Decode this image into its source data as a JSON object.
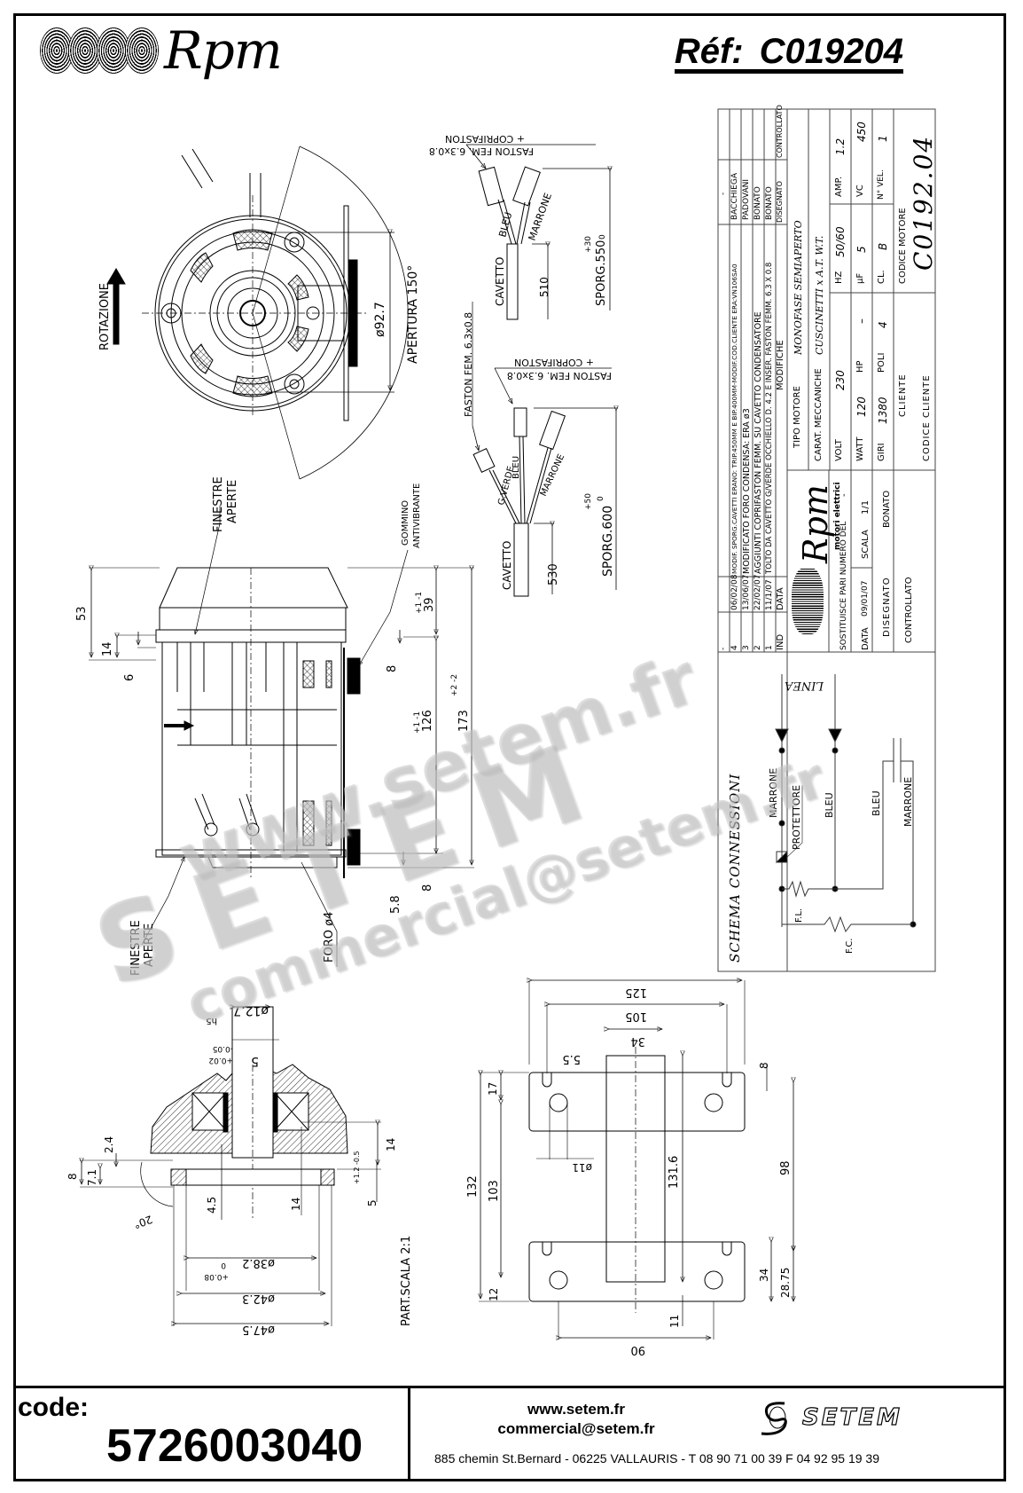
{
  "header": {
    "brand": "Rpm",
    "ref_label": "Réf:",
    "ref_value": "C019204"
  },
  "front_view": {
    "rotation_label": "ROTAZIONE",
    "diameter": "ø92.7",
    "opening": "APERTURA 150°"
  },
  "cable_top": {
    "faston_label": "FASTON FEM. 6.3x0.8",
    "cover_label": "+ COPRIFASTON",
    "wires": [
      "BLEU",
      "MARRONE"
    ],
    "cable": "CAVETTO",
    "length_inner": "510",
    "length_outer": "SPORG.550",
    "tol_plus": "+30",
    "tol_minus": "0"
  },
  "cable_bottom": {
    "faston_side": "FASTON FEM. 6.3x0.8",
    "faston_label": "FASTON FEM. 6.3x0.8",
    "cover_label": "+ COPRIFASTON",
    "wires": [
      "G.VERDE",
      "BLEU",
      "MARRONE"
    ],
    "cable": "CAVETTO",
    "length_inner": "530",
    "length_outer": "SPORG.600",
    "tol_plus": "+50",
    "tol_minus": "0"
  },
  "side_view": {
    "windows_top": [
      "FINESTRE",
      "APERTE"
    ],
    "rubber": [
      "GOMMINO",
      "ANTIVIBRANTE"
    ],
    "windows_bottom": [
      "FINESTRE",
      "APERTE"
    ],
    "hole": "FORO ø4",
    "dims": {
      "d53": "53",
      "d14": "14",
      "d6": "6",
      "d8_top": "8",
      "d39": "39",
      "d39_tol": "+1 -1",
      "d126": "126",
      "d126_tol": "+1 -1",
      "d173": "173",
      "d173_tol": "+2 -2",
      "d8_bottom": "8",
      "d5_8": "5.8"
    }
  },
  "detail_view": {
    "scale": "PART.SCALA 2:1",
    "shaft_d": "ø12.7",
    "shaft_fit": "h5",
    "flat": "5",
    "flat_tol_plus": "+0.02",
    "flat_tol_minus": "-0.05",
    "d2_4": "2.4",
    "d8": "8",
    "d7_1": "7.1",
    "angle": "20°",
    "d4_5": "4.5",
    "d14a": "14",
    "d14b": "14",
    "d5": "5",
    "d5_tol": "+1.2 -0.5",
    "d38_2": "ø38.2",
    "d38_tol_plus": "+0.08",
    "d38_tol_minus": "0",
    "d42_3": "ø42.3",
    "d47_5": "ø47.5"
  },
  "bracket_view": {
    "d125": "125",
    "d105": "105",
    "d34_top": "34",
    "d5_5": "5.5",
    "d8": "8",
    "d17": "17",
    "d132": "132",
    "d103": "103",
    "d11_hole": "ø11",
    "d131_6": "131.6",
    "d98": "98",
    "d34_side": "34",
    "d28_75": "28.75",
    "d12": "12",
    "d11": "11",
    "d90": "90"
  },
  "title_block": {
    "revisions": [
      {
        "ind": "-",
        "date": "",
        "text": "",
        "drawn": "-",
        "checked": ""
      },
      {
        "ind": "4",
        "date": "06/02/08",
        "text": "MODIF. SPORG.CAVETTI ERANO: TRIP.450MM E BIP.400MM-MODIF.COD.CLIENTE ERA:VN106SA0",
        "drawn": "BACCHIEGA",
        "checked": ""
      },
      {
        "ind": "3",
        "date": "13/06/07",
        "text": "MODIFICATO FORO CONDENSA: ERA ø3",
        "drawn": "PADOVANI",
        "checked": ""
      },
      {
        "ind": "2",
        "date": "22/02/07",
        "text": "AGGIUNTI COPRIFASTON FEMM. SU CAVETTO CONDENSATORE",
        "drawn": "BONATO",
        "checked": ""
      },
      {
        "ind": "1",
        "date": "11/1/07",
        "text": "TOLTO DA CAVETTO G/VERDE OCCHIELLO D. 4.2 E INSER. FASTON FEMM. 6.3 X 0.8",
        "drawn": "BONATO",
        "checked": ""
      }
    ],
    "rev_header": {
      "ind": "IND",
      "date": "DATA",
      "text": "MODIFICHE",
      "drawn": "DISEGNATO",
      "checked": "CONTROLLATO"
    },
    "company": "Rpm",
    "company_sub": "motori elettrici",
    "replaces": "SOSTITUISCE PARI NUMERO DEL",
    "replaces_value": "-",
    "date_label": "DATA",
    "date_value": "09/01/07",
    "scale_label": "SCALA",
    "scale_value": "1/1",
    "drawn_label": "DISEGNATO",
    "drawn_value": "BONATO",
    "checked_label": "CONTROLLATO",
    "motor_type_label": "TIPO MOTORE",
    "motor_type": "MONOFASE SEMIAPERTO",
    "mech_label": "CARAT. MECCANICHE",
    "mech_value": "CUSCINETTI x A.T. W.T.",
    "volt_label": "VOLT",
    "volt": "230",
    "hz_label": "HZ",
    "hz": "50/60",
    "amp_label": "AMP.",
    "amp": "1.2",
    "watt_label": "WATT",
    "watt": "120",
    "hp_label": "HP",
    "hp": "–",
    "uf_label": "µF",
    "uf": "5",
    "vc_label": "VC",
    "vc": "450",
    "rpm_label": "GIRI",
    "rpm": "1380",
    "poles_label": "POLI",
    "poles": "4",
    "class_label": "CL.",
    "class": "B",
    "speeds_label": "N° VEL.",
    "speeds": "1",
    "client_label": "CLIENTE",
    "motor_code_label": "CODICE MOTORE",
    "motor_code": "C0192.04",
    "client_code_label": "CODICE CLIENTE"
  },
  "schematic": {
    "title": "SCHEMA CONNESSIONI",
    "line": "LINEA",
    "labels": [
      "MARRONE",
      "PROTETTORE",
      "BLEU",
      "BLEU",
      "MARRONE",
      "F.L.",
      "F.C."
    ]
  },
  "watermark": {
    "line1": "www.setem.fr",
    "line2": "SETEM",
    "line3": "commercial@setem.fr"
  },
  "footer": {
    "code_label": "code:",
    "code_value": "5726003040",
    "website": "www.setem.fr",
    "email": "commercial@setem.fr",
    "address": "885 chemin St.Bernard  -  06225 VALLAURIS  -  T 08 90 71 00 39   F 04 92 95 19 39",
    "brand": "SETEM"
  }
}
